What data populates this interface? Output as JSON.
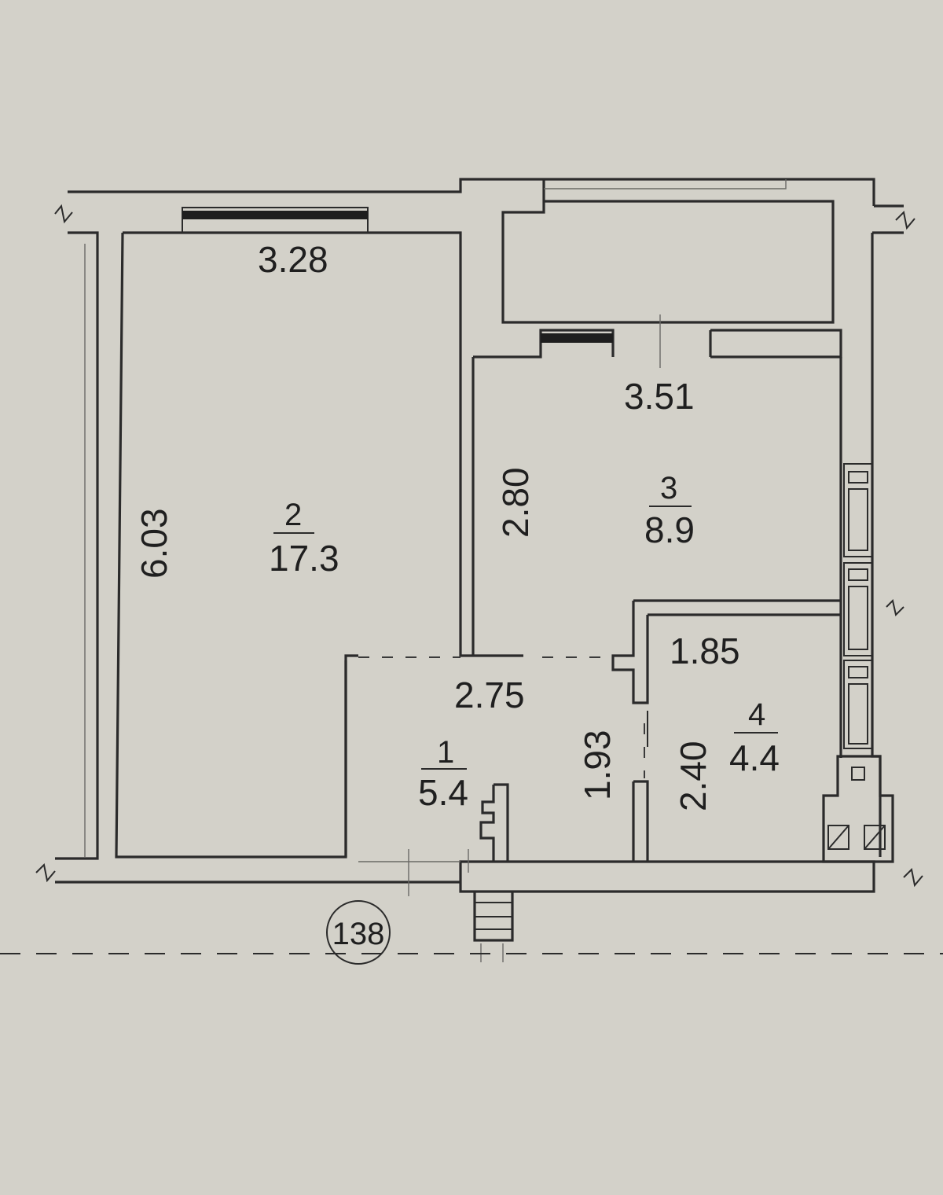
{
  "rooms": [
    {
      "number": "1",
      "area": "5.4"
    },
    {
      "number": "2",
      "area": "17.3"
    },
    {
      "number": "3",
      "area": "8.9"
    },
    {
      "number": "4",
      "area": "4.4"
    }
  ],
  "dimensions": {
    "room2_width": "3.28",
    "room2_length": "6.03",
    "room3_width": "3.51",
    "room3_length": "2.80",
    "hall_width": "2.75",
    "hall_length": "1.93",
    "room4_width": "1.85",
    "room4_length": "2.40"
  },
  "apartment_tag": "138",
  "colors": {
    "paper": "#d3d1c9",
    "ink": "#2b2b2b"
  }
}
